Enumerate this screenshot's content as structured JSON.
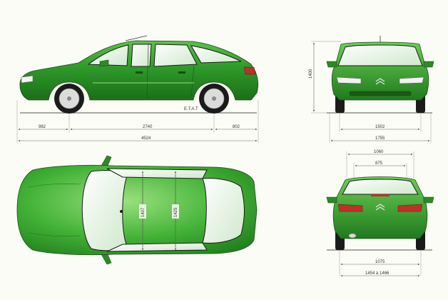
{
  "colors": {
    "background": "#fbfcf6",
    "body_light": "#7fd36a",
    "body_mid": "#3caf34",
    "body_dark": "#1f7a1c",
    "glass": "#eef6ee",
    "tail_light": "#c03028",
    "dimension_line": "#6a6a6a"
  },
  "side_view": {
    "badge": "E.T.A.T",
    "front_overhang": "982",
    "wheelbase": "2740",
    "rear_overhang": "802",
    "overall_length": "4524"
  },
  "front_view": {
    "height": "1400",
    "front_track": "1502",
    "overall_width": "1755"
  },
  "top_view": {
    "cabin_height_front": "1407",
    "cabin_height_rear": "1425"
  },
  "rear_view": {
    "roof_width": "1060",
    "upper_width": "875",
    "rear_track": "1075",
    "trunk_opening": "1454 à 1466"
  }
}
